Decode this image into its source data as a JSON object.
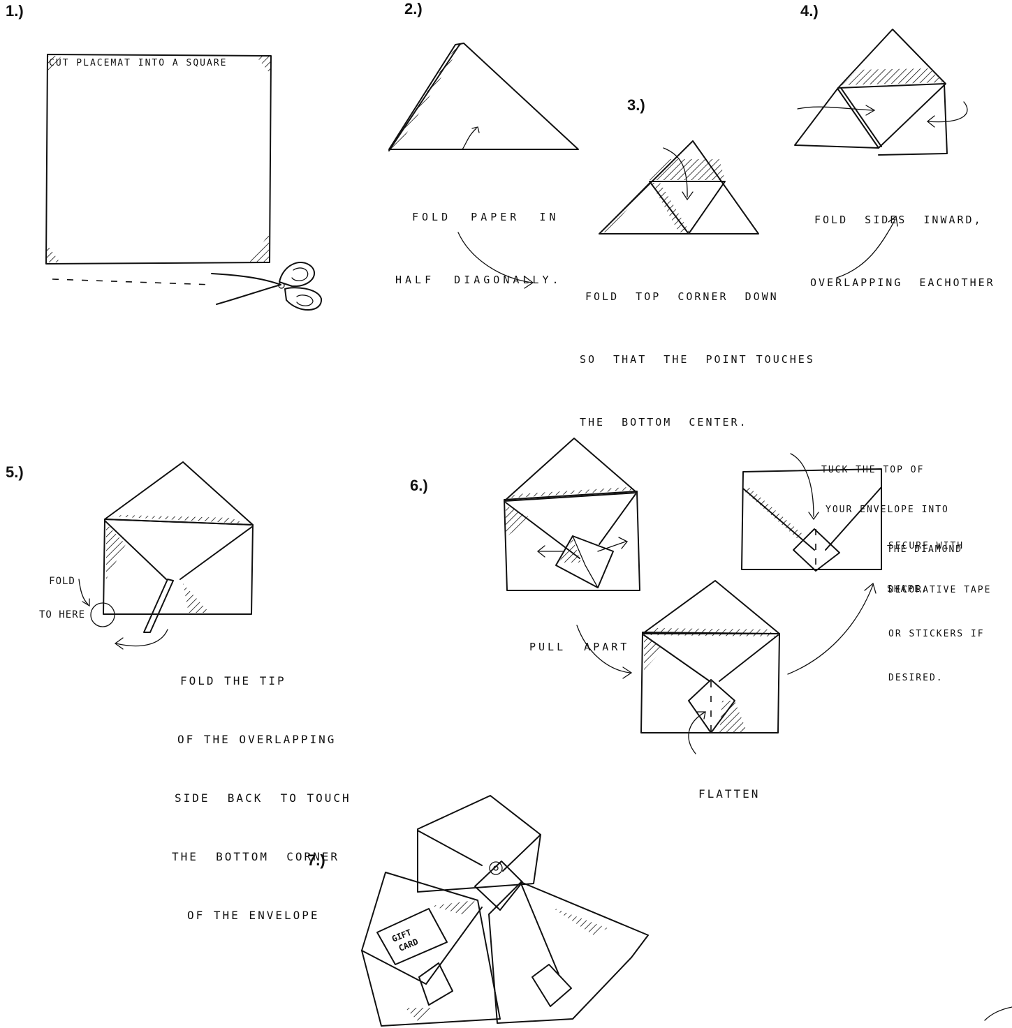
{
  "steps": [
    {
      "number": "1.)",
      "lines": [
        "CUT PLACEMAT INTO A SQUARE"
      ]
    },
    {
      "number": "2.)",
      "lines": [
        "FOLD  PAPER  IN",
        "HALF  DIAGONALLY."
      ]
    },
    {
      "number": "3.)",
      "lines": [
        "FOLD  TOP  CORNER  DOWN",
        "SO  THAT  THE  POINT TOUCHES",
        "THE  BOTTOM  CENTER."
      ]
    },
    {
      "number": "4.)",
      "lines": [
        "FOLD  SIDES  INWARD,",
        "OVERLAPPING  EACHOTHER"
      ]
    },
    {
      "number": "5.)",
      "lines": [
        "FOLD THE TIP",
        "OF THE OVERLAPPING",
        "SIDE  BACK  TO TOUCH",
        "THE  BOTTOM  CORNER",
        "OF THE ENVELOPE"
      ],
      "callout": [
        "FOLD",
        "TO HERE"
      ]
    },
    {
      "number": "6.)",
      "pull_apart": "PULL  APART",
      "flatten": "FLATTEN",
      "tuck": [
        "TUCK THE TOP OF",
        "YOUR ENVELOPE INTO",
        "THE DIAMOND",
        "SHAPE."
      ],
      "secure": [
        "SECURE WITH",
        "DECORATIVE TAPE",
        "OR STICKERS IF",
        "DESIRED."
      ]
    },
    {
      "number": "7.)",
      "gift_card": [
        "GIFT",
        "CARD"
      ]
    }
  ]
}
